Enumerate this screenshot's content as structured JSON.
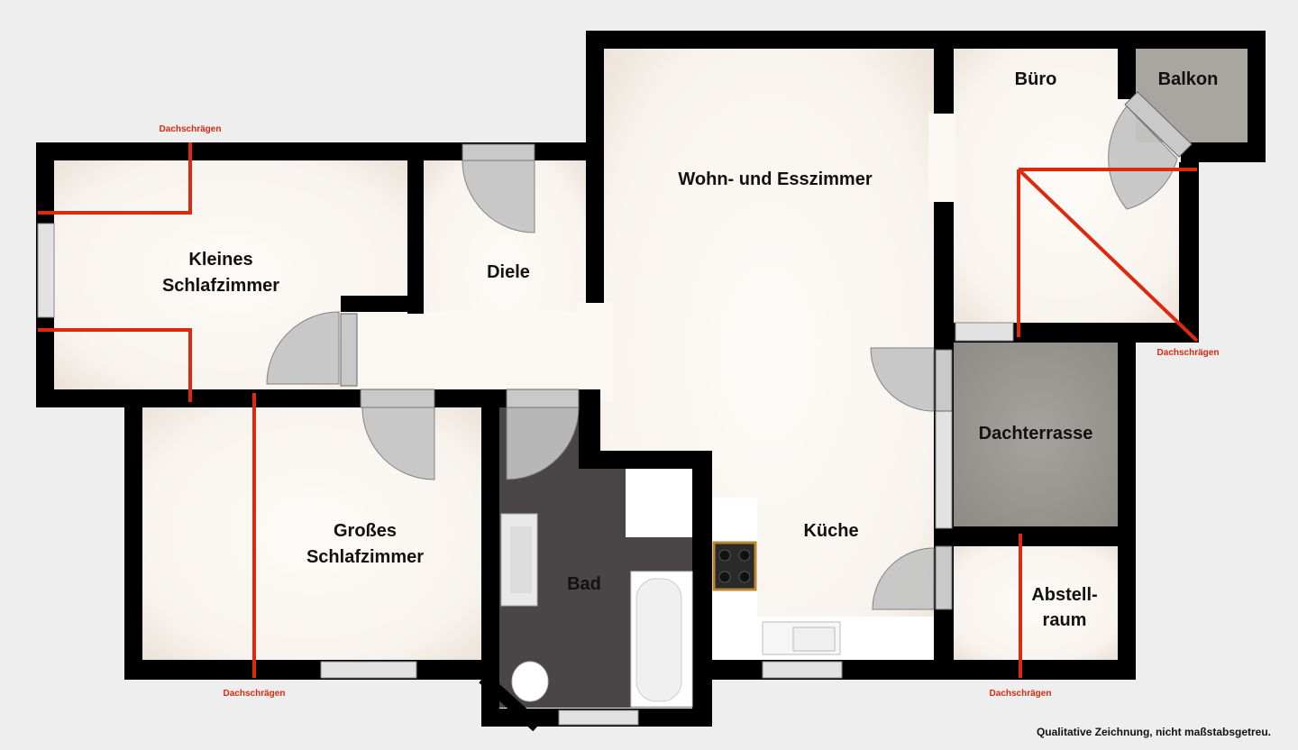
{
  "rooms": {
    "small_bedroom": [
      "Kleines",
      "Schlafzimmer"
    ],
    "hallway": "Diele",
    "living_dining": "Wohn- und Esszimmer",
    "office": "Büro",
    "balcony": "Balkon",
    "large_bedroom": [
      "Großes",
      "Schlafzimmer"
    ],
    "bathroom": "Bad",
    "kitchen": "Küche",
    "roof_terrace": "Dachterrasse",
    "storage": [
      "Abstell-",
      "raum"
    ]
  },
  "slope_labels": {
    "top_left": "Dachschrägen",
    "right": "Dachschrägen",
    "bottom_left": "Dachschrägen",
    "bottom_right": "Dachschrägen"
  },
  "note": "Qualitative Zeichnung, nicht maßstabsgetreu.",
  "colors": {
    "background": "#eeeeee",
    "wall": "#000000",
    "floor": "#fbf8f4",
    "floor_edge": "#ece3d9",
    "terrace": "#9d9a96",
    "balcony": "#a9a6a2",
    "bathroom": "#4a4647",
    "slope_line": "#dd2a0f"
  }
}
